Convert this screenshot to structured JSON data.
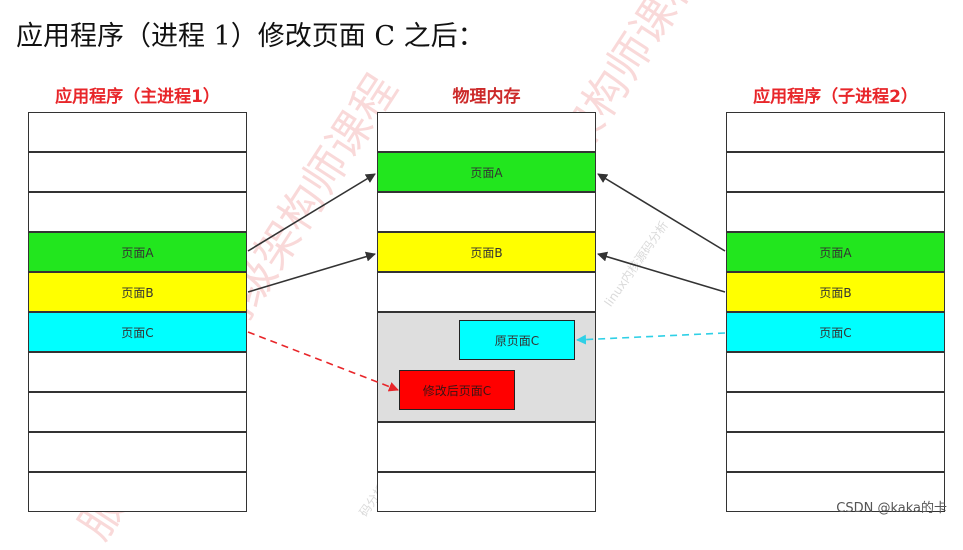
{
  "heading": "应用程序（进程 1）修改页面 C 之后：",
  "columns": {
    "left": {
      "title": "应用程序（主进程1）",
      "cells": [
        "",
        "",
        "",
        "页面A",
        "页面B",
        "页面C",
        "",
        "",
        "",
        ""
      ]
    },
    "middle": {
      "title": "物理内存",
      "cells": [
        "",
        "页面A",
        "",
        "页面B",
        "",
        "",
        "",
        "",
        ""
      ],
      "original_page": "原页面C",
      "modified_page": "修改后页面C"
    },
    "right": {
      "title": "应用程序（子进程2）",
      "cells": [
        "",
        "",
        "",
        "页面A",
        "页面B",
        "页面C",
        "",
        "",
        "",
        ""
      ]
    }
  },
  "colors": {
    "page_a": "#22e61e",
    "page_b": "#ffff00",
    "page_c": "#00ffff",
    "modified": "#ff0000",
    "shared_region": "#dedede",
    "title": "#e8262a"
  },
  "watermarks": [
    "服务器开发/高级架构师课程",
    "架构师课程",
    "linux内核源码分析",
    "linux内核源码分析",
    "码分析"
  ],
  "credit": "CSDN @kaka的卡"
}
